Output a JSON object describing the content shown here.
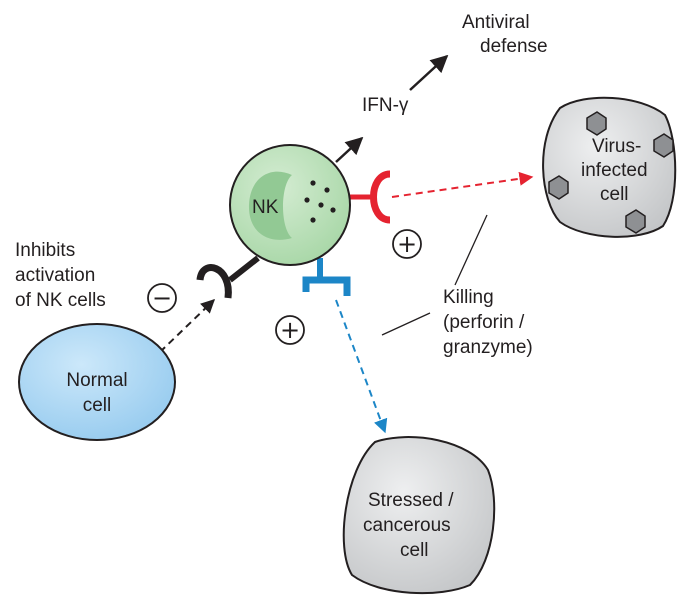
{
  "labels": {
    "antiviral_line1": "Antiviral",
    "antiviral_line2": "defense",
    "ifn": "IFN-γ",
    "virus_line1": "Virus-",
    "virus_line2": "infected",
    "virus_line3": "cell",
    "nk": "NK",
    "inhibits_line1": "Inhibits",
    "inhibits_line2": "activation",
    "inhibits_line3": "of NK cells",
    "killing_line1": "Killing",
    "killing_line2": "(perforin /",
    "killing_line3": "granzyme)",
    "normal_line1": "Normal",
    "normal_line2": "cell",
    "stressed_line1": "Stressed /",
    "stressed_line2": "cancerous",
    "stressed_line3": "cell"
  },
  "signs": {
    "minus": "−",
    "plus_red": "+",
    "plus_blue": "+"
  },
  "colors": {
    "nk_cell": "#b8dfb7",
    "nk_nucleus": "#92c994",
    "normal_cell": "#a9d6f3",
    "target_cell": "#d6d7d9",
    "inhibitory_receptor": "#231f20",
    "activating_receptor_red": "#e52330",
    "activating_receptor_blue": "#1c86c7",
    "virus_particle": "#8e9093"
  }
}
